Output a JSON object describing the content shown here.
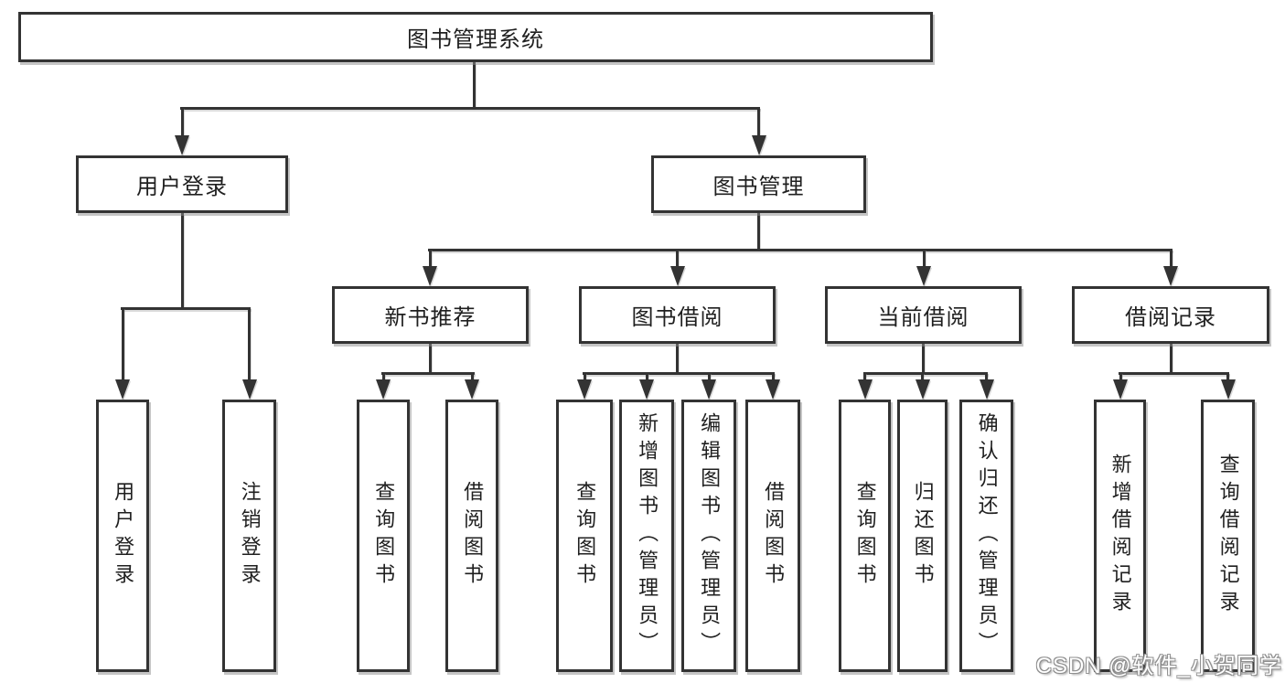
{
  "diagram": {
    "title": "图书管理系统",
    "level2": {
      "user_login": "用户登录",
      "book_management": "图书管理"
    },
    "level3": {
      "new_book_recommendation": "新书推荐",
      "book_borrowing": "图书借阅",
      "current_borrowing": "当前借阅",
      "borrowing_records": "借阅记录"
    },
    "leaves": {
      "user_login": "用户登录",
      "logout": "注销登录",
      "recommend_query_books": "查询图书",
      "recommend_borrow_books": "借阅图书",
      "borrowing_query_books": "查询图书",
      "borrowing_add_books_admin": "新增图书（管理员）",
      "borrowing_edit_books_admin": "编辑图书（管理员）",
      "borrowing_borrow_books": "借阅图书",
      "current_query_books": "查询图书",
      "current_return_books": "归还图书",
      "current_confirm_return_admin": "确认归还（管理员）",
      "records_add_record": "新增借阅记录",
      "records_query_record": "查询借阅记录"
    }
  },
  "watermark": "CSDN @软件_小贺同学",
  "colors": {
    "line": "#333333",
    "text": "#1f1f1f",
    "background": "#ffffff",
    "watermark_text": "#ffffff",
    "watermark_outline": "#8f8f8f"
  }
}
